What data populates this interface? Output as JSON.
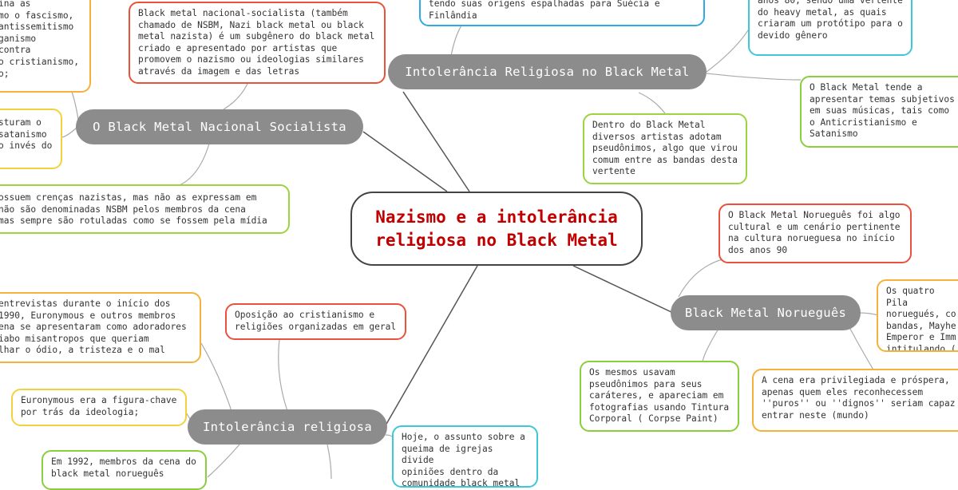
{
  "central": {
    "title": "Nazismo e a intolerância\nreligiosa no Black Metal"
  },
  "topics": {
    "nsbm": "O Black Metal Nacional Socialista",
    "religious_bm": "Intolerância Religiosa no Black Metal",
    "norwegian": "Black Metal Norueguês",
    "intolerance": "Intolerância religiosa"
  },
  "notes": {
    "nsbm_definition": "Black metal nacional-socialista (também chamado de NSBM, Nazi black metal ou black metal nazista) é um subgênero do black metal criado e apresentado por artistas que promovem o nazismo ou ideologias similares através da imagem e das letras",
    "nsbm_left_top": "ina as\nmo o fascismo,\nantissemitismo\nganismo\n contra\no cristianismo,\no;",
    "nsbm_left_mid": "sturam o\nsatanismo\no invés do",
    "nsbm_beliefs": "ossuem crenças nazistas, mas não as expressam em\n não são denominadas NSBM pelos membros da cena\n mas sempre são rotuladas como se fossem pela mídia",
    "origins_top": "tendo suas origens espalhadas para Suécia e\nFinlândia",
    "heavy_metal": "anos 80, sendo uma vertente\ndo heavy metal, as quais\ncriaram um protótipo para o\ndevido gênero",
    "subjective_themes": "O Black Metal tende a\napresentar temas subjetivos\nem suas músicas, tais como\no Anticristianismo e\nSatanismo",
    "pseudonyms": "Dentro do Black Metal\ndiversos artistas adotam\npseudônimos, algo que virou\ncomum entre as bandas desta\nvertente",
    "norwegian_origin": "O Black Metal Norueguês foi algo\ncultural e um cenário pertinente\nna cultura norueguesa no início\ndos anos 90",
    "pillars": "Os quatro Pila\nnoruegués, co\nbandas, Mayhe\nEmperor e Imm\nintitulando (",
    "corpse_paint": "Os mesmos usavam\npseudônimos para seus\ncaráteres, e apareciam em\nfotografias usando Tintura\nCorporal ( Corpse Paint)",
    "privileged_scene": "A cena era privilegiada e próspera,\napenas quem eles reconhecessem\n''puros'' ou ''dignos'' seriam capaz\nentrar neste (mundo)",
    "interviews": "entrevistas durante o início dos\n 1990, Euronymous e outros membros\nena se apresentaram como adoradores\niabo misantropos que queriam\nlhar o ódio, a tristeza e o mal",
    "opposition": "Oposição ao cristianismo e\nreligiões organizadas em geral",
    "euronymous": "Euronymous era a figura-chave\npor trás da ideologia;",
    "church_burning": "Hoje, o assunto sobre a\nqueima de igrejas divide\nopiniões dentro da\ncomunidade black metal",
    "year_1992": "Em 1992, membros da cena do\nblack metal norueguês"
  },
  "colors": {
    "topic_fill": "#8c8c8c",
    "central_text": "#c00000",
    "link": "#555555"
  }
}
